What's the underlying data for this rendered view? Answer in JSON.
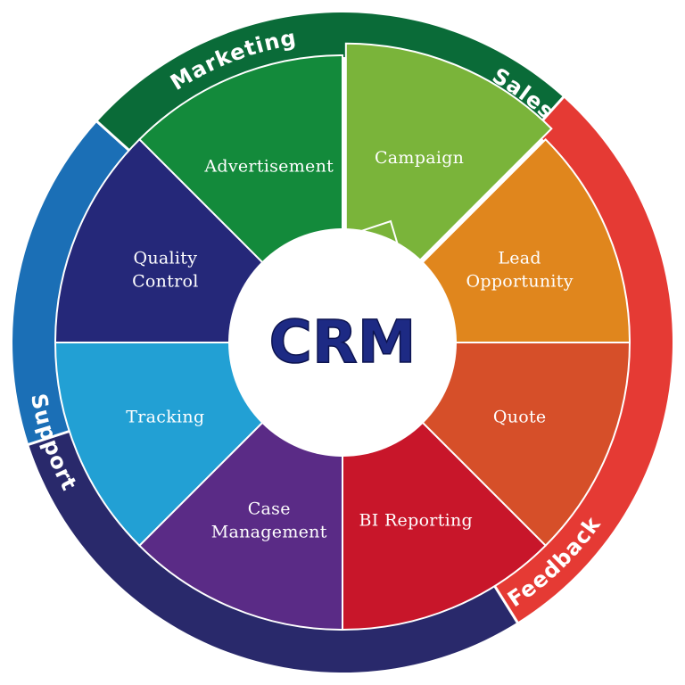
{
  "center": {
    "label": "CRM",
    "color": "#1d2a84"
  },
  "ring": [
    {
      "name": "Marketing",
      "color": "#0a6b38"
    },
    {
      "name": "Sales",
      "color": "#e53a34"
    },
    {
      "name": "Feedback",
      "color": "#29296b"
    },
    {
      "name": "Support",
      "color": "#1b6fb6"
    }
  ],
  "segments": [
    {
      "name": "advertisement",
      "lines": [
        "Advertisement"
      ],
      "color": "#138a3b"
    },
    {
      "name": "campaign",
      "lines": [
        "Campaign"
      ],
      "color": "#7ab43a",
      "exploded": true
    },
    {
      "name": "lead-opportunity",
      "lines": [
        "Lead",
        "Opportunity"
      ],
      "color": "#e0861d"
    },
    {
      "name": "quote",
      "lines": [
        "Quote"
      ],
      "color": "#d64f29"
    },
    {
      "name": "bi-reporting",
      "lines": [
        "BI Reporting"
      ],
      "color": "#c8162a"
    },
    {
      "name": "case-management",
      "lines": [
        "Case",
        "Management"
      ],
      "color": "#5a2b86"
    },
    {
      "name": "tracking",
      "lines": [
        "Tracking"
      ],
      "color": "#22a0d4"
    },
    {
      "name": "quality-control",
      "lines": [
        "Quality",
        "Control"
      ],
      "color": "#252879"
    }
  ]
}
